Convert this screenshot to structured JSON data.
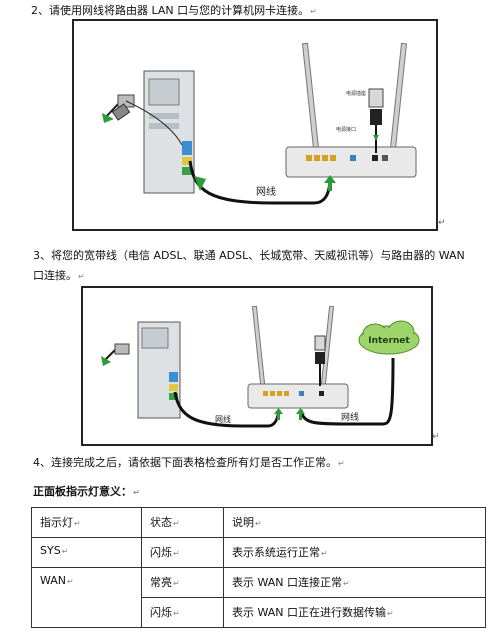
{
  "step2": {
    "text": "2、请使用网线将路由器 LAN 口与您的计算机网卡连接。"
  },
  "step3": {
    "line1": "3、将您的宽带线（电信 ADSL、联通 ADSL、长城宽带、天威视讯等）与路由器的 WAN",
    "line2": "口连接。"
  },
  "step4": {
    "text": "4、连接完成之后，请依据下面表格检查所有灯是否工作正常。"
  },
  "heading": {
    "text": "正面板指示灯意义："
  },
  "figure1": {
    "cable_label": "网线",
    "power_label": "电源接口",
    "socket_label": "电源插座"
  },
  "figure2": {
    "cable_label_left": "网线",
    "cable_label_right": "网线",
    "cloud_label": "Internet"
  },
  "table": {
    "headers": [
      "指示灯",
      "状态",
      "说明"
    ],
    "rows": [
      [
        "SYS",
        "闪烁",
        "表示系统运行正常"
      ],
      [
        "WAN",
        "常亮",
        "表示 WAN 口连接正常"
      ],
      [
        "",
        "闪烁",
        "表示 WAN 口正在进行数据传输"
      ]
    ]
  },
  "marks": {
    "para": "↵",
    "cell": "↵"
  }
}
